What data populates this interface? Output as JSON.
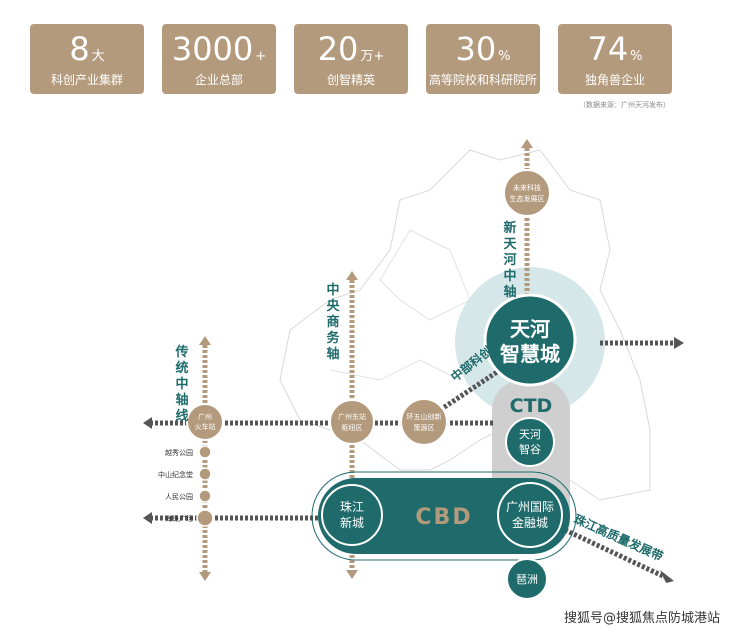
{
  "stats": [
    {
      "number": "8",
      "unit": "大",
      "label": "科创产业集群"
    },
    {
      "number": "3000",
      "unit": "+",
      "label": "企业总部"
    },
    {
      "number": "20",
      "unit": "万+",
      "label": "创智精英"
    },
    {
      "number": "30",
      "unit": "%",
      "label": "高等院校和科研院所"
    },
    {
      "number": "74",
      "unit": "%",
      "label": "独角兽企业"
    }
  ],
  "source_note": "（数据来源：广州天河发布）",
  "axes": {
    "traditional": "传统中轴线",
    "central_business": "中央商务轴",
    "new_tianhe": "新天河中轴",
    "central_tech_belt": "中部科创带",
    "pearl_river_belt": "珠江高质量发展带"
  },
  "nodes": {
    "guangzhou_railway": "广州火车站",
    "yuexiu_park": "越秀公园",
    "zhongshan_memorial": "中山纪念堂",
    "peoples_park": "人民公园",
    "haizhu_square": "海珠广场",
    "guangzhou_east": "广州东站枢纽区",
    "huanwushan": "环五山创新策源区",
    "future_tech": "未来科技生态发展区",
    "tianhe_smart_city_line1": "天河",
    "tianhe_smart_city_line2": "智慧城",
    "ctd": "CTD",
    "tianhe_valley_line1": "天河",
    "tianhe_valley_line2": "智谷",
    "zhujiang_newtown_line1": "珠江",
    "zhujiang_newtown_line2": "新城",
    "cbd": "CBD",
    "gz_ifc_line1": "广州国际",
    "gz_ifc_line2": "金融城",
    "pazhou": "琶洲"
  },
  "watermark": "搜狐号@搜狐焦点防城港站",
  "colors": {
    "gold": "#b49a7c",
    "teal": "#1f6b6b",
    "grey": "#cfcfcf",
    "arrow": "#555555"
  }
}
